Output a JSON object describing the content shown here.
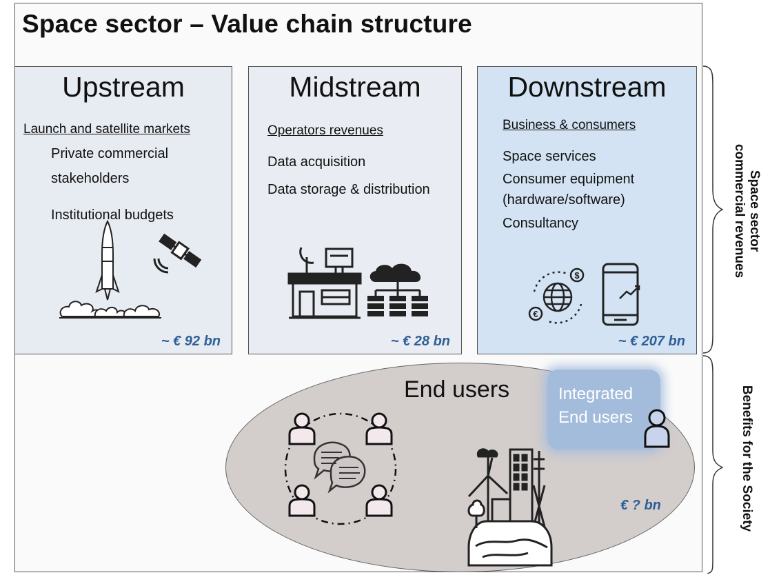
{
  "title": "Space sector – Value chain structure",
  "upstream": {
    "title": "Upstream",
    "subtitle": "Launch and satellite markets",
    "items": [
      "Private commercial",
      "stakeholders",
      "Institutional budgets"
    ],
    "amount": "~ € 92 bn"
  },
  "midstream": {
    "title": "Midstream",
    "subtitle": "Operators revenues",
    "items": [
      "Data acquisition",
      "Data storage & distribution"
    ],
    "amount": "~ € 28 bn"
  },
  "downstream": {
    "title": "Downstream",
    "subtitle": "Business & consumers",
    "items": [
      "Space services",
      "Consumer equipment",
      "(hardware/software)",
      "Consultancy"
    ],
    "amount": "~ € 207 bn"
  },
  "end_users": {
    "title": "End users",
    "integrated_line1": "Integrated",
    "integrated_line2": "End users",
    "amount": "€ ? bn"
  },
  "side_labels": {
    "revenues_line1": "Space sector",
    "revenues_line2": "commercial revenues",
    "society": "Benefits for the Society"
  },
  "colors": {
    "amount_blue": "#2f5f97",
    "upstream_bg": "#e7ebf2",
    "downstream_bg": "#d3e3f3",
    "ellipse_bg": "#d3cdcc",
    "integrated_bg": "#a3bcdc"
  },
  "icons": [
    "rocket-launch-icon",
    "satellite-icon",
    "ground-station-icon",
    "cloud-server-icon",
    "globe-money-icon",
    "smartphone-chart-icon",
    "people-conversation-icon",
    "city-industry-icon",
    "person-icon"
  ]
}
